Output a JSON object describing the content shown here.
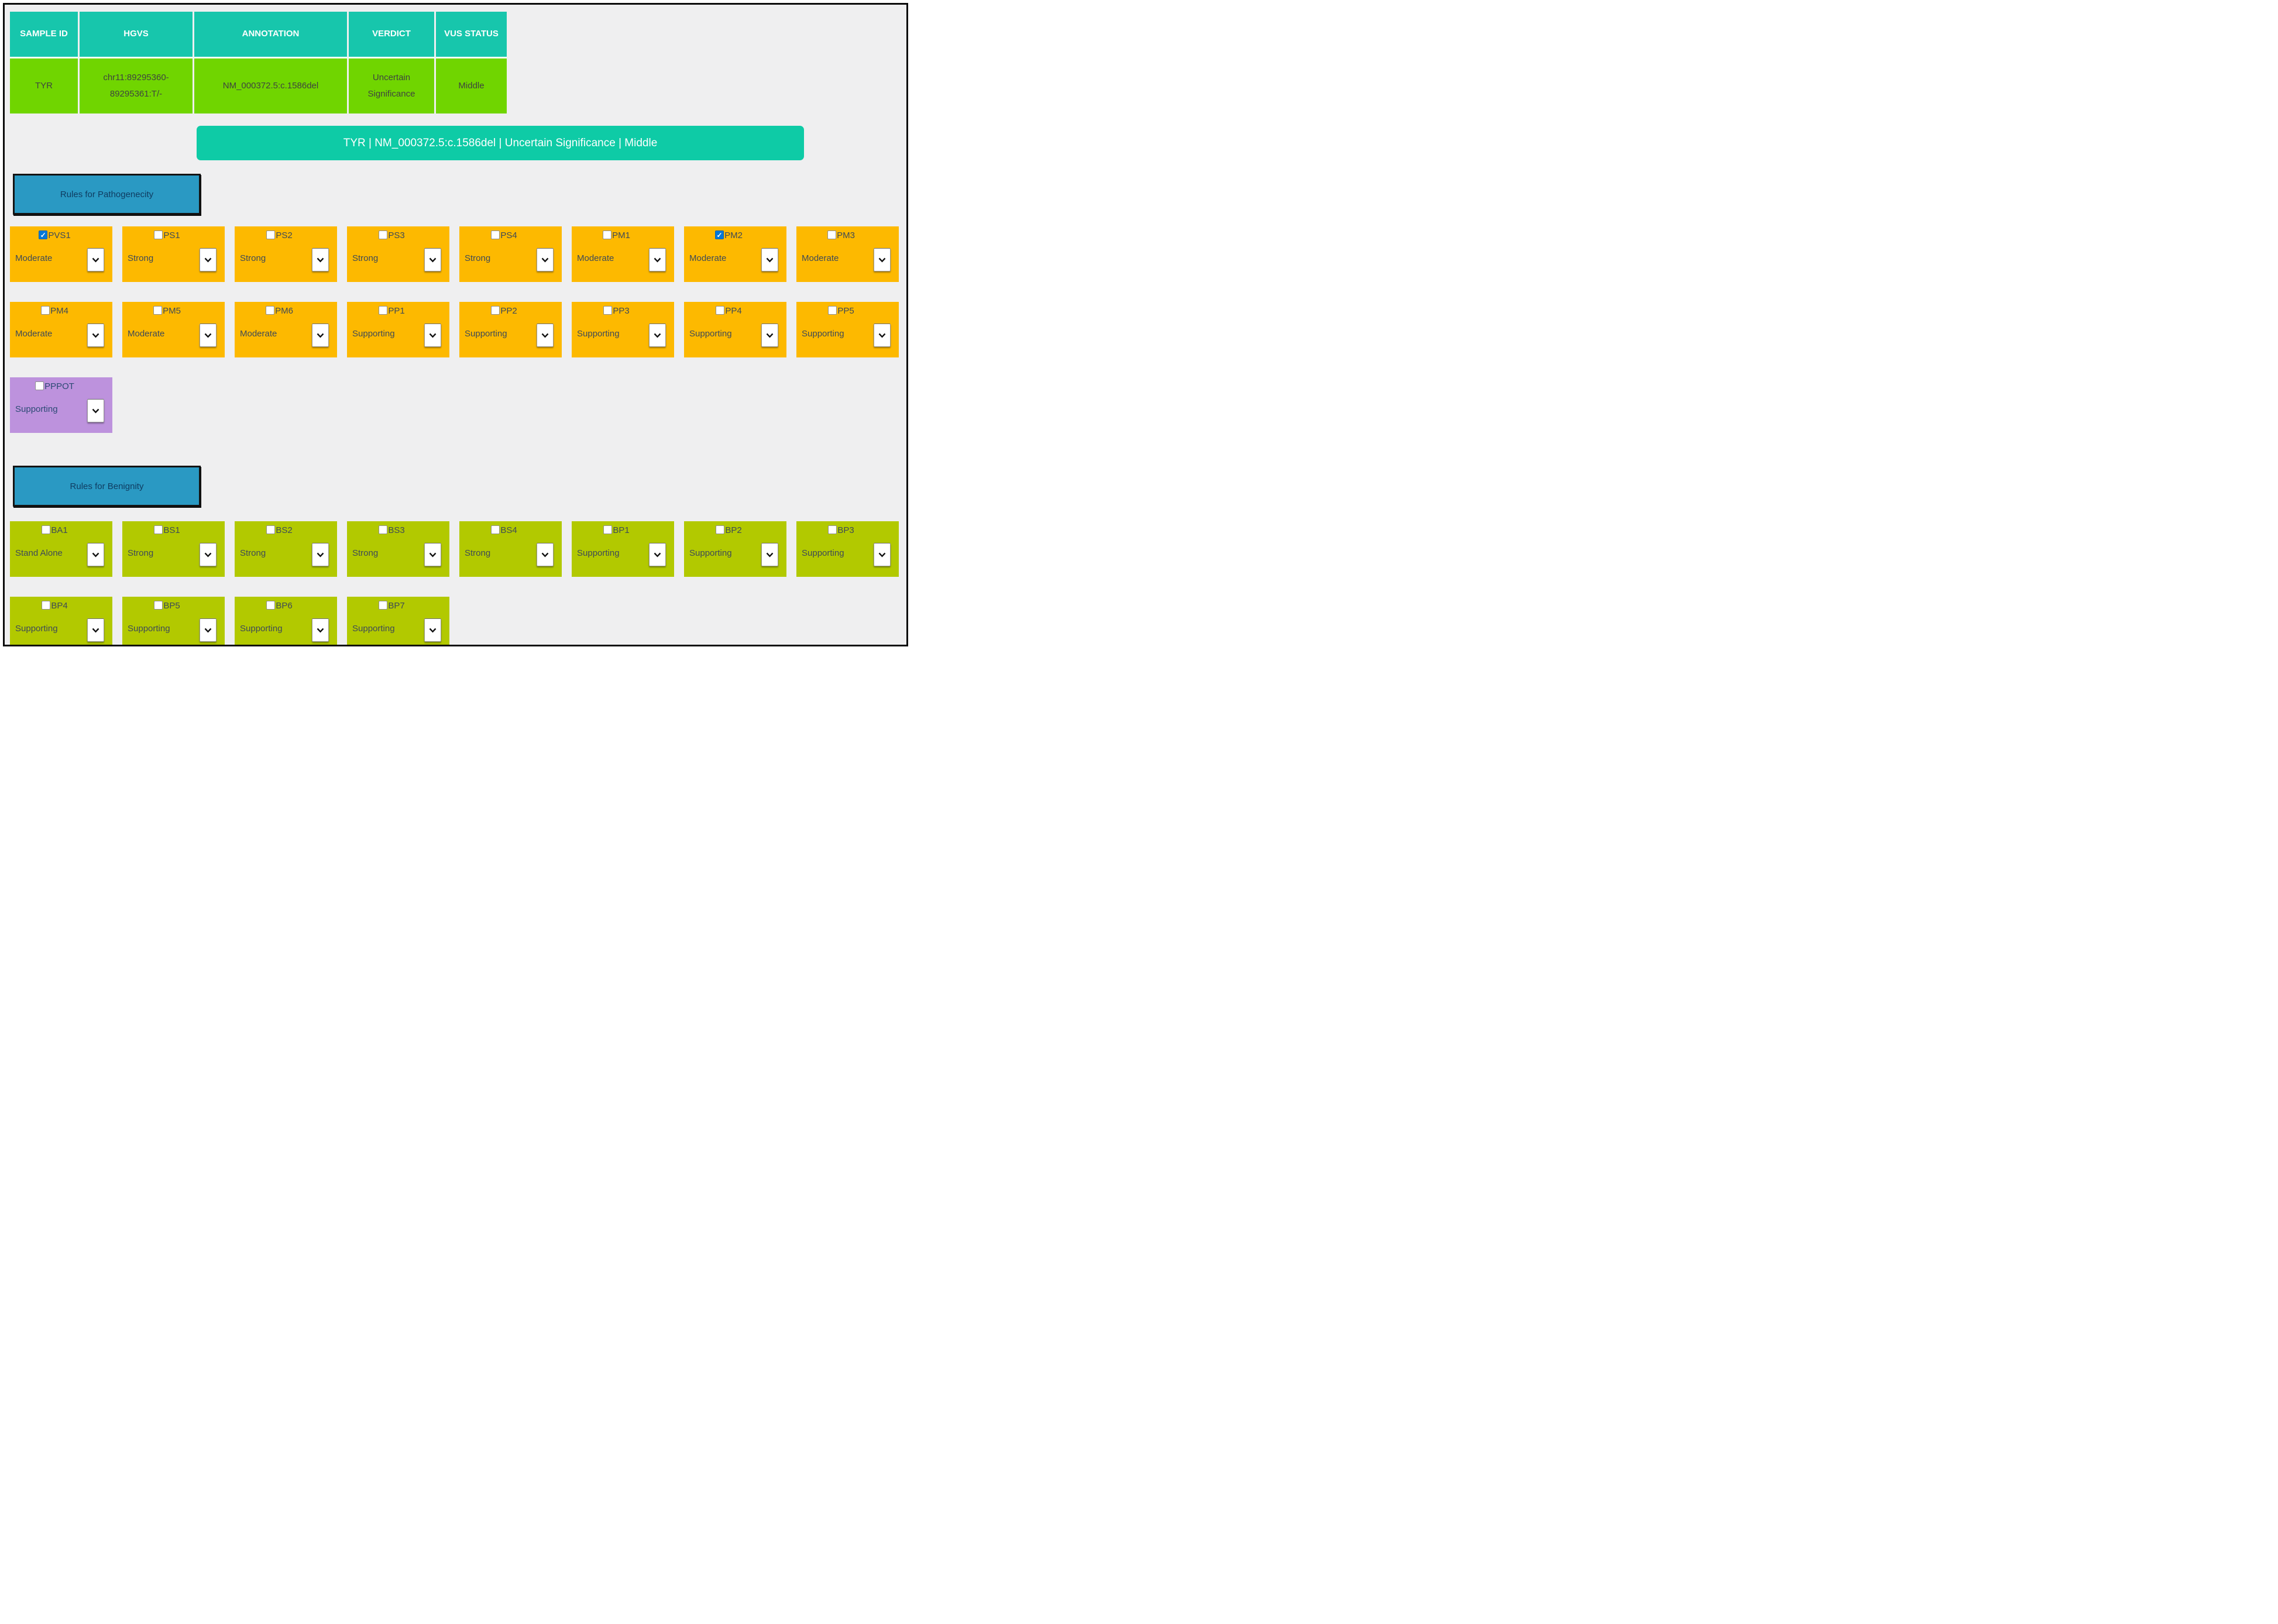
{
  "variant_table": {
    "headers": [
      {
        "text": "SAMPLE ID"
      },
      {
        "text": "HGVS"
      },
      {
        "text": "ANNOTATION"
      },
      {
        "text": "VERDICT"
      },
      {
        "text": "VUS STATUS"
      }
    ],
    "row": [
      {
        "text": "TYR"
      },
      {
        "text": "chr11:89295360-89295361:T/-"
      },
      {
        "text": "NM_000372.5:c.1586del"
      },
      {
        "text": "Uncertain Significance"
      },
      {
        "text": "Middle"
      }
    ]
  },
  "banner": {
    "text": "TYR | NM_000372.5:c.1586del | Uncertain Significance | Middle"
  },
  "pathogenic": {
    "button_label": "Rules for Pathogenecity",
    "cards": [
      {
        "id": "PVS1",
        "strength": "Moderate",
        "checked": true
      },
      {
        "id": "PS1",
        "strength": "Strong",
        "checked": false
      },
      {
        "id": "PS2",
        "strength": "Strong",
        "checked": false
      },
      {
        "id": "PS3",
        "strength": "Strong",
        "checked": false
      },
      {
        "id": "PS4",
        "strength": "Strong",
        "checked": false
      },
      {
        "id": "PM1",
        "strength": "Moderate",
        "checked": false
      },
      {
        "id": "PM2",
        "strength": "Moderate",
        "checked": true
      },
      {
        "id": "PM3",
        "strength": "Moderate",
        "checked": false
      },
      {
        "id": "PM4",
        "strength": "Moderate",
        "checked": false
      },
      {
        "id": "PM5",
        "strength": "Moderate",
        "checked": false
      },
      {
        "id": "PM6",
        "strength": "Moderate",
        "checked": false
      },
      {
        "id": "PP1",
        "strength": "Supporting",
        "checked": false
      },
      {
        "id": "PP2",
        "strength": "Supporting",
        "checked": false
      },
      {
        "id": "PP3",
        "strength": "Supporting",
        "checked": false
      },
      {
        "id": "PP4",
        "strength": "Supporting",
        "checked": false
      },
      {
        "id": "PP5",
        "strength": "Supporting",
        "checked": false
      },
      {
        "id": "PPPOT",
        "strength": "Supporting",
        "checked": false,
        "variant": "purple"
      }
    ]
  },
  "benign": {
    "button_label": "Rules for Benignity",
    "cards": [
      {
        "id": "BA1",
        "strength": "Stand Alone",
        "checked": false
      },
      {
        "id": "BS1",
        "strength": "Strong",
        "checked": false
      },
      {
        "id": "BS2",
        "strength": "Strong",
        "checked": false
      },
      {
        "id": "BS3",
        "strength": "Strong",
        "checked": false
      },
      {
        "id": "BS4",
        "strength": "Strong",
        "checked": false
      },
      {
        "id": "BP1",
        "strength": "Supporting",
        "checked": false
      },
      {
        "id": "BP2",
        "strength": "Supporting",
        "checked": false
      },
      {
        "id": "BP3",
        "strength": "Supporting",
        "checked": false
      },
      {
        "id": "BP4",
        "strength": "Supporting",
        "checked": false
      },
      {
        "id": "BP5",
        "strength": "Supporting",
        "checked": false
      },
      {
        "id": "BP6",
        "strength": "Supporting",
        "checked": false
      },
      {
        "id": "BP7",
        "strength": "Supporting",
        "checked": false
      }
    ]
  },
  "colors": {
    "table_header_teal": "#17c6ac",
    "table_row_green": "#70d500",
    "banner_teal": "#0ecba6",
    "pathogenic_orange": "#fdb900",
    "benign_olive": "#b2c900",
    "pot_purple": "#bd92dd",
    "section_button_blue": "#2a99c3",
    "checkbox_checked_blue": "#0078d7",
    "page_background": "#efeff0"
  }
}
